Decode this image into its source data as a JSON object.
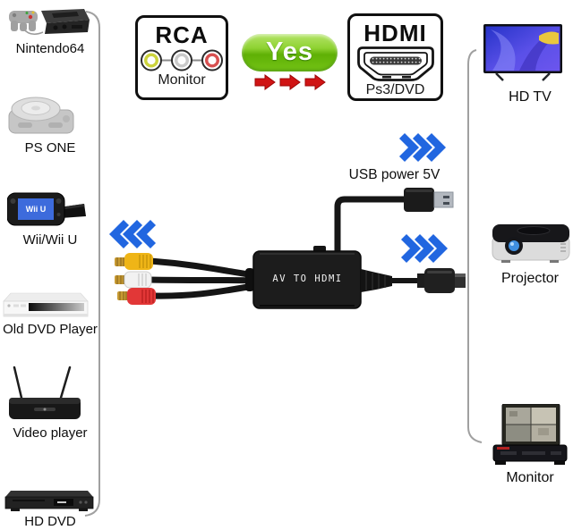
{
  "left_panel": {
    "items": [
      {
        "label": "Nintendo64"
      },
      {
        "label": "PS ONE"
      },
      {
        "label": "Wii/Wii U",
        "screen_text": "Wii U"
      },
      {
        "label": "Old DVD Player"
      },
      {
        "label": "Video player"
      },
      {
        "label": "HD DVD"
      }
    ]
  },
  "right_panel": {
    "items": [
      {
        "label": "HD TV"
      },
      {
        "label": "Projector"
      },
      {
        "label": "Monitor"
      }
    ]
  },
  "rca_card": {
    "title": "RCA",
    "subtitle": "Monitor"
  },
  "hdmi_card": {
    "title": "HDMI",
    "subtitle": "Ps3/DVD"
  },
  "compatibility_badge": {
    "label": "Yes"
  },
  "power_label": "USB power 5V",
  "converter": {
    "label": "AV TO HDMI"
  },
  "colors": {
    "chevron_blue": "#2166e0",
    "badge_green_top": "#b4e468",
    "badge_green_bottom": "#58a800",
    "arrow_red": "#d01414",
    "rca_yellow": "#efb517",
    "rca_white": "#f2f2f2",
    "rca_red": "#e23737",
    "bracket_gray": "#a0a0a0"
  }
}
